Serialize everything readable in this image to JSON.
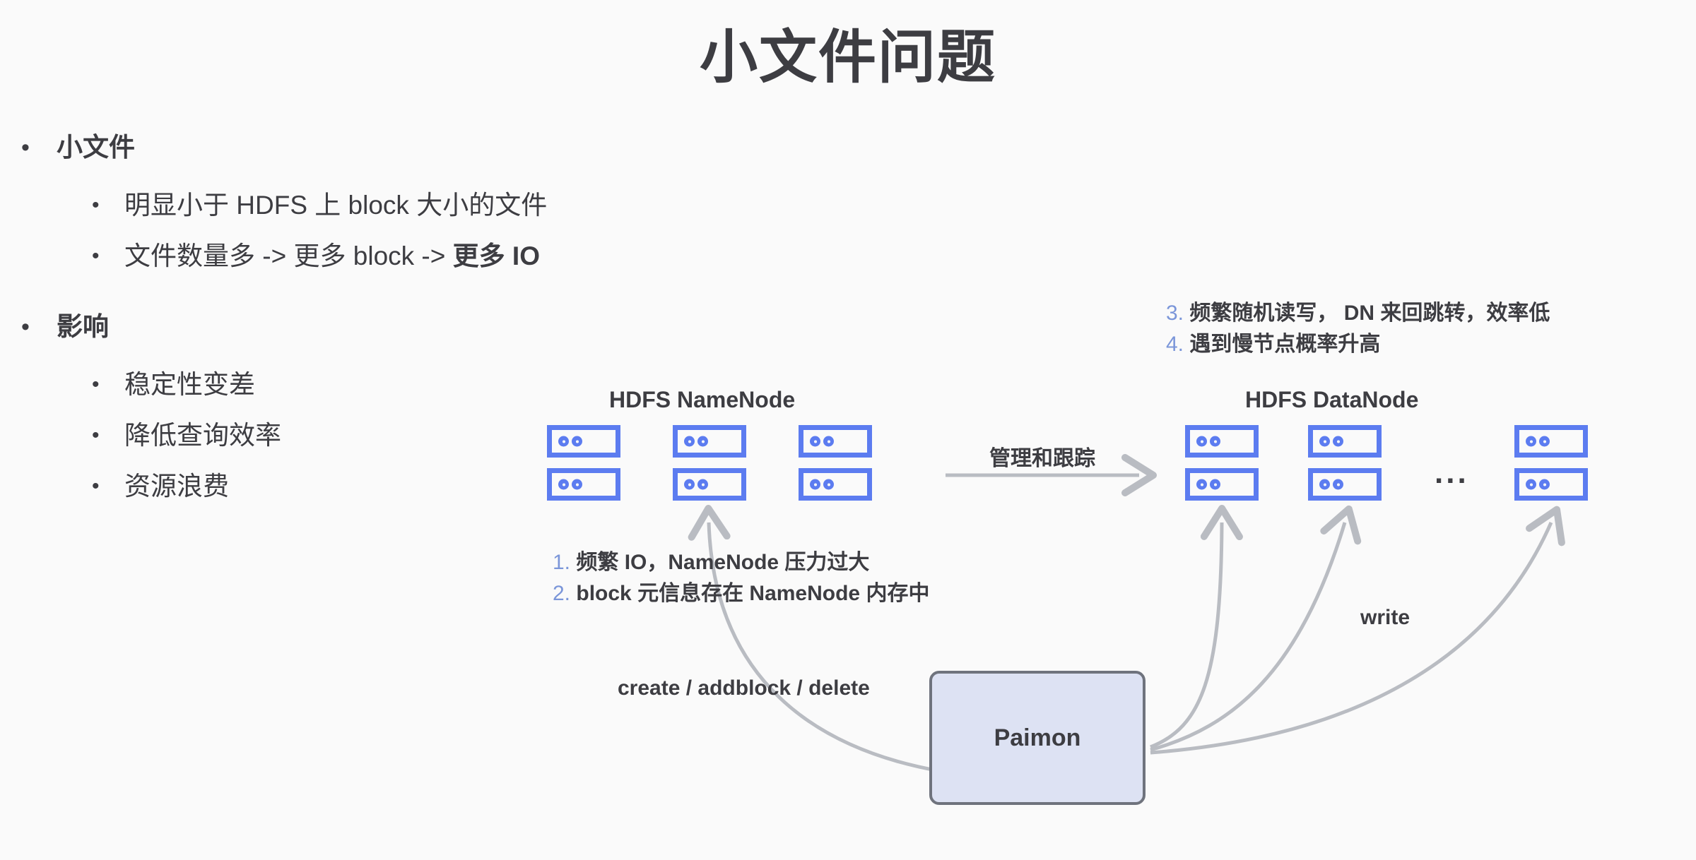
{
  "slide": {
    "title": "小文件问题",
    "background": "#fafafa",
    "text_color": "#3d3d42",
    "accent_blue": "#5c7cf0",
    "number_blue": "#7b96d9",
    "arrow_gray": "#b9bcc2",
    "box_fill": "#dde2f3",
    "box_border": "#6f737d"
  },
  "bullets": [
    {
      "level": 1,
      "marker": "•",
      "text": "小文件",
      "bold": true
    },
    {
      "level": 2,
      "marker": "•",
      "text": "明显小于 HDFS 上 block 大小的文件",
      "bold": false
    },
    {
      "level": 2,
      "marker": "•",
      "text_plain": "文件数量多 -> 更多 block -> ",
      "text_bold": "更多 IO",
      "bold": false
    },
    {
      "level": 1,
      "marker": "•",
      "text": "影响",
      "bold": true
    },
    {
      "level": 2,
      "marker": "•",
      "text": "稳定性变差",
      "bold": false
    },
    {
      "level": 2,
      "marker": "•",
      "text": "降低查询效率",
      "bold": false
    },
    {
      "level": 2,
      "marker": "•",
      "text": "资源浪费",
      "bold": false
    }
  ],
  "diagram": {
    "namenode_label": "HDFS NameNode",
    "datanode_label": "HDFS DataNode",
    "ellipsis": "...",
    "manage_arrow_label": "管理和跟踪",
    "write_label": "write",
    "create_label": "create / addblock / delete",
    "paimon_label": "Paimon",
    "namenode_notes": [
      {
        "num": "1.",
        "text": "频繁 IO，NameNode 压力过大"
      },
      {
        "num": "2.",
        "text": "block 元信息存在 NameNode 内存中"
      }
    ],
    "datanode_notes": [
      {
        "num": "3.",
        "text": "频繁随机读写， DN 来回跳转，效率低"
      },
      {
        "num": "4.",
        "text": "遇到慢节点概率升高"
      }
    ],
    "namenode_servers": {
      "columns": 3,
      "rows": 2
    },
    "datanode_servers": {
      "columns": 3,
      "rows": 2
    }
  }
}
